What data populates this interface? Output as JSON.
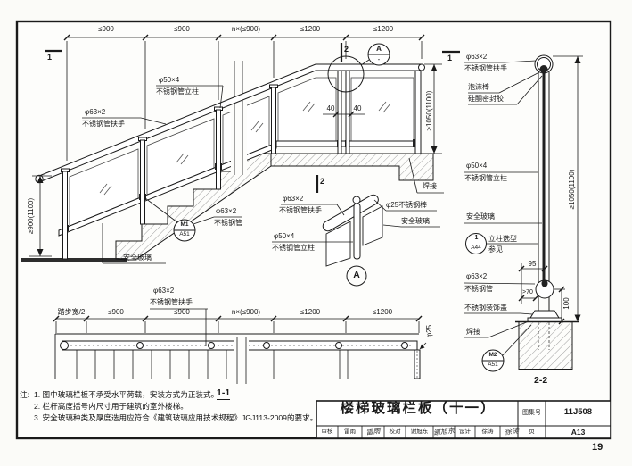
{
  "page_no": "19",
  "elev": {
    "dims": [
      "≤900",
      "≤900",
      "n×(≤900)",
      "≤1200",
      "≤1200"
    ],
    "dim_left": "≥900(1100)",
    "dim_right": "≥1050(1100)",
    "dim40a": "40",
    "dim40b": "40",
    "post1": "φ50×4",
    "post2": "不锈钢管立柱",
    "hr1": "φ63×2",
    "hr2": "不锈钢管扶手",
    "tube1": "φ63×2",
    "tube2": "不锈钢管",
    "glass": "安全玻璃",
    "weld": "焊接",
    "m1_top": "M1",
    "m1_bot": "A51",
    "bubble_top": "A",
    "bubble_bot": "-",
    "sec1": "1",
    "sec2": "2"
  },
  "detail_a": {
    "hr1": "φ63×2",
    "hr2": "不锈钢管扶手",
    "post1": "φ50×4",
    "post2": "不锈钢管立柱",
    "rod": "φ25不锈钢棒",
    "glass": "安全玻璃",
    "title": "A"
  },
  "plan": {
    "dims": [
      "踏步宽/2",
      "≤900",
      "≤900",
      "n×(≤900)",
      "≤1200",
      "≤1200"
    ],
    "hr1": "φ63×2",
    "hr2": "不锈钢管扶手",
    "rod": "φ25",
    "title": "1-1"
  },
  "s22": {
    "hr1": "φ63×2",
    "hr2": "不锈钢管扶手",
    "foam": "泡沫棒",
    "sealant": "硅酮密封胶",
    "post1": "φ50×4",
    "post2": "不锈钢管立柱",
    "glass": "安全玻璃",
    "ref_top": "1",
    "ref_bot": "A44",
    "ref_t1": "立柱选型",
    "ref_t2": "参见",
    "tube1": "φ63×2",
    "tube2": "不锈钢管",
    "cover": "不锈钢装饰盖",
    "weld": "焊接",
    "m2_top": "M2",
    "m2_bot": "A51",
    "d95": "95",
    "d70": ">70",
    "d100": "100",
    "dh": "≥1050(1100)",
    "title": "2-2"
  },
  "notes": {
    "prefix": "注:",
    "items": [
      "1. 图中玻璃栏板不承受水平荷载，安装方式为正装式。",
      "2. 栏杆高度括号内尺寸用于建筑的室外楼梯。",
      "3. 安全玻璃种类及厚度选用应符合《建筑玻璃应用技术规程》JGJ113-2009的要求。"
    ]
  },
  "tb": {
    "title": "楼梯玻璃栏板（十一）",
    "atlas_label": "图集号",
    "atlas_no": "11J508",
    "page_label": "页",
    "page_no": "A13",
    "r1": "审核",
    "n1": "雷雨",
    "s1": "雷雨",
    "r2": "校对",
    "n2": "谢旭东",
    "s2": "谢旭东",
    "r3": "设计",
    "n3": "徐涛",
    "s3": "徐涛"
  }
}
